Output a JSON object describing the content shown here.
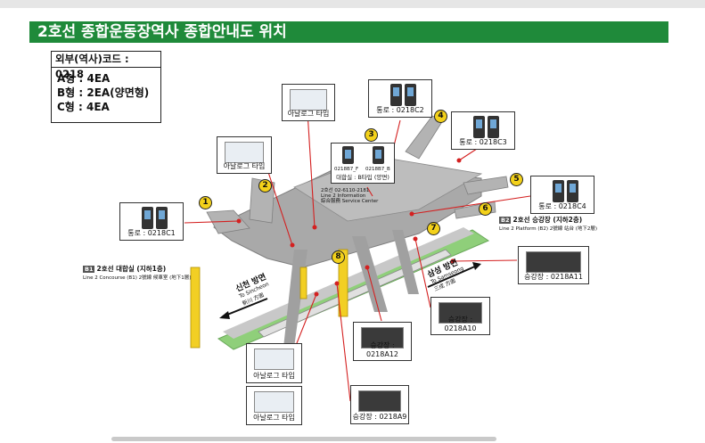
{
  "title": "2호선 종합운동장역사 종합안내도 위치",
  "code_box": {
    "header": "외부(역사)코드 : 0218",
    "rows": [
      "A형 : 4EA",
      "B형 : 2EA(양면형)",
      "C형 : 4EA"
    ]
  },
  "callouts": {
    "analog_top": "아날로그 타입",
    "analog_left": "아날로그 타입",
    "c2": "통로 : 0218C2",
    "c3": "통로 : 0218C3",
    "c4": "통로 : 0218C4",
    "c1": "통로 : 0218C1",
    "b7_f": "0218B7_F",
    "b7_b": "0218B7_B",
    "b7_caption": "대합실 : B타입 (양면)",
    "a11": "승강장 : 0218A11",
    "a10": "승강장 : 0218A10",
    "a12": "승강장 : 0218A12",
    "a9": "승강장 : 0218A9",
    "analog_bottom1": "아날로그 타입",
    "analog_bottom2": "아날로그 타입"
  },
  "exits": [
    "1",
    "2",
    "3",
    "4",
    "5",
    "6",
    "7",
    "8"
  ],
  "levels": {
    "b1_tag": "B1",
    "b1_label": "2호선 대합실 (지하1층)",
    "b1_sub": "Line 2 Concourse (B1) 2號線 候車室 (地下1層)",
    "b2_tag": "B2",
    "b2_label": "2호선 승강장 (지하2층)",
    "b2_sub": "Line 2 Platform (B2) 2號線 站台 (地下2層)"
  },
  "directions": {
    "left_ko": "신천 방면",
    "left_en": "To Sincheon",
    "left_cn": "新川 方面",
    "right_ko": "삼성 방면",
    "right_en": "To Samseong",
    "right_cn": "三成 方面"
  },
  "info_center": {
    "line1": "2호선 02-6110-2181",
    "line2": "Line 2 Information",
    "line3": "綜合服務 Service Center"
  },
  "colors": {
    "title_green": "#1f8a3a",
    "structure_gray": "#a7a7a7",
    "track_green": "#8fcf7a",
    "exit_yellow": "#f3d11a",
    "leader_red": "#d42020",
    "column_yellow": "#f2cf24"
  }
}
